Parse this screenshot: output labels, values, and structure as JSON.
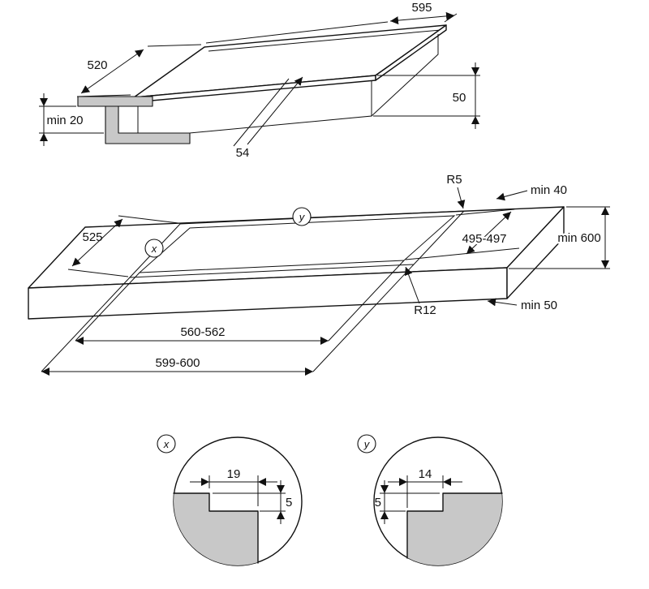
{
  "colors": {
    "line": "#111111",
    "material_gray": "#c8c8c8",
    "background": "#ffffff"
  },
  "diagram": {
    "top": {
      "width": "595",
      "depth": "520",
      "min_clearance": "min 20",
      "height": "50",
      "body_depth": "54"
    },
    "cutout": {
      "r_outer": "R5",
      "min_back": "min 40",
      "min_depth": "min 600",
      "glass_depth": "525",
      "cutout_depth": "495-497",
      "r_inner": "R12",
      "min_front": "min 50",
      "cutout_width": "560-562",
      "glass_width": "599-600",
      "marker_x": "x",
      "marker_y": "y"
    },
    "detail_x": {
      "label": "x",
      "width": "19",
      "step": "5"
    },
    "detail_y": {
      "label": "y",
      "width": "14",
      "step": "5"
    }
  }
}
